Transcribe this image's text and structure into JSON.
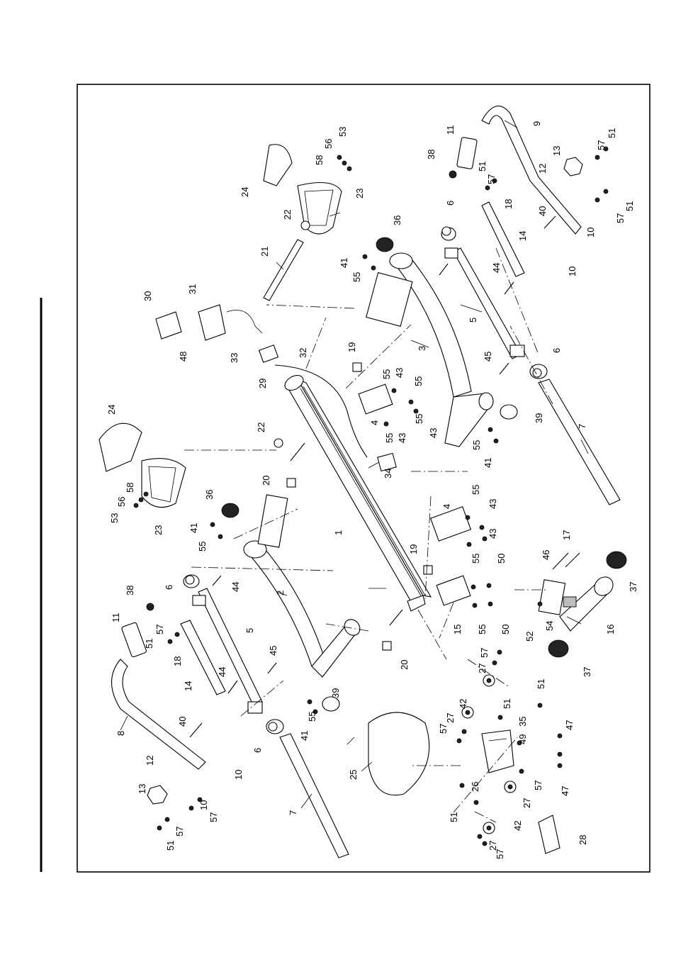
{
  "diagram": {
    "callouts": [
      {
        "id": "c53a",
        "text": "53"
      },
      {
        "id": "c56a",
        "text": "56"
      },
      {
        "id": "c58a",
        "text": "58"
      },
      {
        "id": "c24a",
        "text": "24"
      },
      {
        "id": "c22a",
        "text": "22"
      },
      {
        "id": "c23a",
        "text": "23"
      },
      {
        "id": "c21",
        "text": "21"
      },
      {
        "id": "c30",
        "text": "30"
      },
      {
        "id": "c31",
        "text": "31"
      },
      {
        "id": "c48",
        "text": "48"
      },
      {
        "id": "c33",
        "text": "33"
      },
      {
        "id": "c29",
        "text": "29"
      },
      {
        "id": "c32",
        "text": "32"
      },
      {
        "id": "c19a",
        "text": "19"
      },
      {
        "id": "c41a",
        "text": "41"
      },
      {
        "id": "c55a",
        "text": "55"
      },
      {
        "id": "c36a",
        "text": "36"
      },
      {
        "id": "c3",
        "text": "3"
      },
      {
        "id": "c38a",
        "text": "38"
      },
      {
        "id": "c11a",
        "text": "11"
      },
      {
        "id": "c9",
        "text": "9"
      },
      {
        "id": "c57a",
        "text": "57"
      },
      {
        "id": "c51a",
        "text": "51"
      },
      {
        "id": "c13a",
        "text": "13"
      },
      {
        "id": "c12a",
        "text": "12"
      },
      {
        "id": "c57b",
        "text": "57"
      },
      {
        "id": "c51b",
        "text": "51"
      },
      {
        "id": "c6a",
        "text": "6"
      },
      {
        "id": "c18a",
        "text": "18"
      },
      {
        "id": "c40a",
        "text": "40"
      },
      {
        "id": "c10a",
        "text": "10"
      },
      {
        "id": "c57c",
        "text": "57"
      },
      {
        "id": "c51c",
        "text": "51"
      },
      {
        "id": "c14a",
        "text": "14"
      },
      {
        "id": "c44a",
        "text": "44"
      },
      {
        "id": "c10b",
        "text": "10"
      },
      {
        "id": "c5a",
        "text": "5"
      },
      {
        "id": "c45a",
        "text": "45"
      },
      {
        "id": "c6b",
        "text": "6"
      },
      {
        "id": "c39a",
        "text": "39"
      },
      {
        "id": "c7a",
        "text": "7"
      },
      {
        "id": "c55b",
        "text": "55"
      },
      {
        "id": "c41b",
        "text": "41"
      },
      {
        "id": "c55c",
        "text": "55"
      },
      {
        "id": "c43a",
        "text": "43"
      },
      {
        "id": "c55d",
        "text": "55"
      },
      {
        "id": "c4a",
        "text": "4"
      },
      {
        "id": "c55e",
        "text": "55"
      },
      {
        "id": "c43b",
        "text": "43"
      },
      {
        "id": "c55f",
        "text": "55"
      },
      {
        "id": "c43c",
        "text": "43"
      },
      {
        "id": "c34",
        "text": "34"
      },
      {
        "id": "c24b",
        "text": "24"
      },
      {
        "id": "c22b",
        "text": "22"
      },
      {
        "id": "c20a",
        "text": "20"
      },
      {
        "id": "c58b",
        "text": "58"
      },
      {
        "id": "c56b",
        "text": "56"
      },
      {
        "id": "c53b",
        "text": "53"
      },
      {
        "id": "c36b",
        "text": "36"
      },
      {
        "id": "c23b",
        "text": "23"
      },
      {
        "id": "c41c",
        "text": "41"
      },
      {
        "id": "c55g",
        "text": "55"
      },
      {
        "id": "c1",
        "text": "1"
      },
      {
        "id": "c4b",
        "text": "4"
      },
      {
        "id": "c55h",
        "text": "55"
      },
      {
        "id": "c43d",
        "text": "43"
      },
      {
        "id": "c43e",
        "text": "43"
      },
      {
        "id": "c19b",
        "text": "19"
      },
      {
        "id": "c55i",
        "text": "55"
      },
      {
        "id": "c50a",
        "text": "50"
      },
      {
        "id": "c46",
        "text": "46"
      },
      {
        "id": "c17",
        "text": "17"
      },
      {
        "id": "c6c",
        "text": "6"
      },
      {
        "id": "c44b",
        "text": "44"
      },
      {
        "id": "c2",
        "text": "2"
      },
      {
        "id": "c38b",
        "text": "38"
      },
      {
        "id": "c11b",
        "text": "11"
      },
      {
        "id": "c57d",
        "text": "57"
      },
      {
        "id": "c51d",
        "text": "51"
      },
      {
        "id": "c5b",
        "text": "5"
      },
      {
        "id": "c18b",
        "text": "18"
      },
      {
        "id": "c15",
        "text": "15"
      },
      {
        "id": "c55j",
        "text": "55"
      },
      {
        "id": "c50b",
        "text": "50"
      },
      {
        "id": "c52",
        "text": "52"
      },
      {
        "id": "c54",
        "text": "54"
      },
      {
        "id": "c37a",
        "text": "37"
      },
      {
        "id": "c16",
        "text": "16"
      },
      {
        "id": "c37b",
        "text": "37"
      },
      {
        "id": "c20b",
        "text": "20"
      },
      {
        "id": "c14b",
        "text": "14"
      },
      {
        "id": "c44c",
        "text": "44"
      },
      {
        "id": "c45b",
        "text": "45"
      },
      {
        "id": "c27a",
        "text": "27"
      },
      {
        "id": "c57e",
        "text": "57"
      },
      {
        "id": "c8",
        "text": "8"
      },
      {
        "id": "c40b",
        "text": "40"
      },
      {
        "id": "c39b",
        "text": "39"
      },
      {
        "id": "c55k",
        "text": "55"
      },
      {
        "id": "c41d",
        "text": "41"
      },
      {
        "id": "c42a",
        "text": "42"
      },
      {
        "id": "c27b",
        "text": "27"
      },
      {
        "id": "c51e",
        "text": "51"
      },
      {
        "id": "c51f",
        "text": "51"
      },
      {
        "id": "c57f",
        "text": "57"
      },
      {
        "id": "c35",
        "text": "35"
      },
      {
        "id": "c49",
        "text": "49"
      },
      {
        "id": "c47a",
        "text": "47"
      },
      {
        "id": "c12b",
        "text": "12"
      },
      {
        "id": "c6d",
        "text": "6"
      },
      {
        "id": "c10c",
        "text": "10"
      },
      {
        "id": "c25",
        "text": "25"
      },
      {
        "id": "c26",
        "text": "26"
      },
      {
        "id": "c47b",
        "text": "47"
      },
      {
        "id": "c13b",
        "text": "13"
      },
      {
        "id": "c10d",
        "text": "10"
      },
      {
        "id": "c7b",
        "text": "7"
      },
      {
        "id": "c57g",
        "text": "57"
      },
      {
        "id": "c57h",
        "text": "57"
      },
      {
        "id": "c27c",
        "text": "27"
      },
      {
        "id": "c51g",
        "text": "51"
      },
      {
        "id": "c57i",
        "text": "57"
      },
      {
        "id": "c51h",
        "text": "51"
      },
      {
        "id": "c42b",
        "text": "42"
      },
      {
        "id": "c27d",
        "text": "27"
      },
      {
        "id": "c57j",
        "text": "57"
      },
      {
        "id": "c28",
        "text": "28"
      }
    ]
  }
}
